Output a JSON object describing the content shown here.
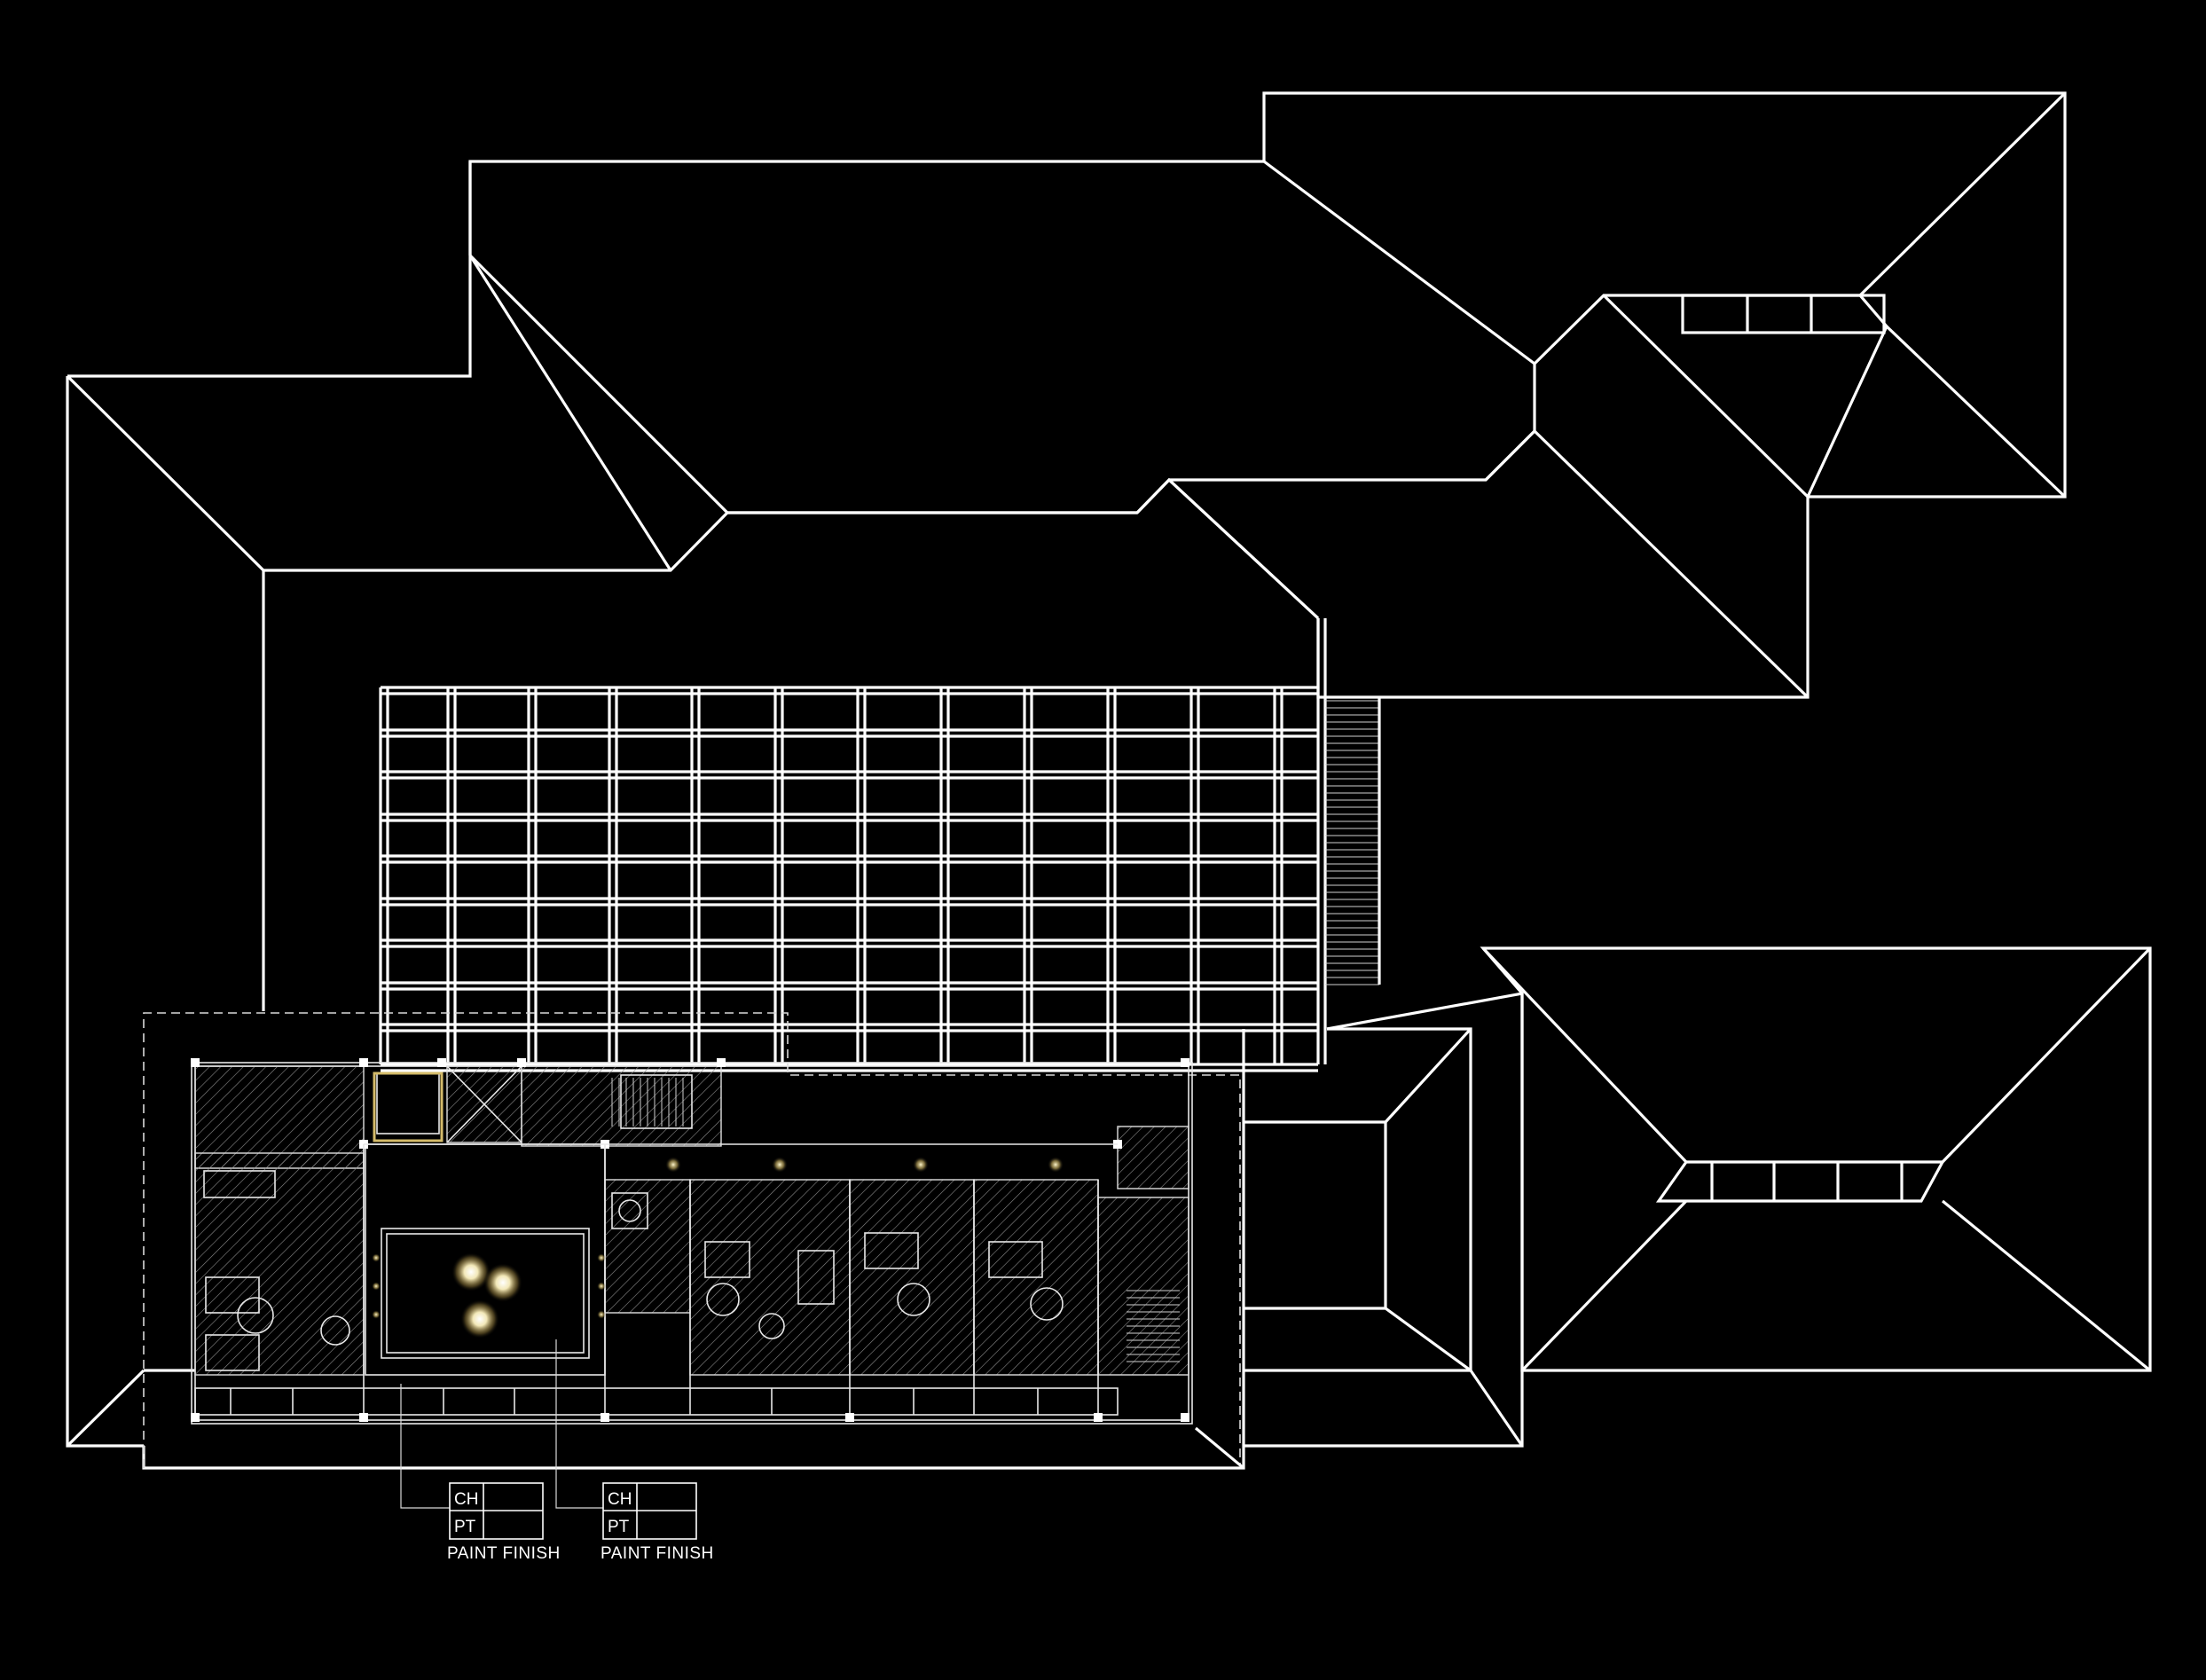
{
  "drawing": {
    "background_color": "#000000",
    "line_color": "#ffffff",
    "light_glow_color": "#fff6c8"
  },
  "finish_tags": [
    {
      "code_top": "CH",
      "code_bottom": "PT",
      "caption": "PAINT FINISH"
    },
    {
      "code_top": "CH",
      "code_bottom": "PT",
      "caption": "PAINT FINISH"
    }
  ]
}
